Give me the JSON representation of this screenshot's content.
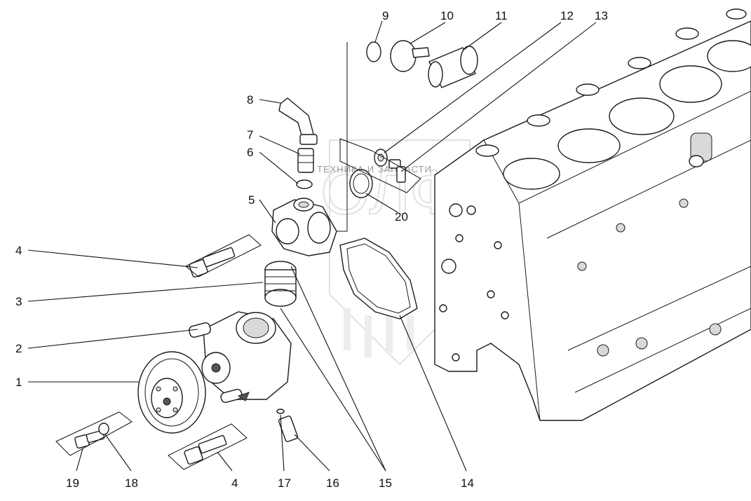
{
  "watermark": {
    "text": "ТЕХНИКА И ЗАПЧАСТИ"
  },
  "callouts": [
    {
      "id": "c1",
      "label": "1"
    },
    {
      "id": "c2",
      "label": "2"
    },
    {
      "id": "c3",
      "label": "3"
    },
    {
      "id": "c4a",
      "label": "4"
    },
    {
      "id": "c5",
      "label": "5"
    },
    {
      "id": "c6",
      "label": "6"
    },
    {
      "id": "c7",
      "label": "7"
    },
    {
      "id": "c8",
      "label": "8"
    },
    {
      "id": "c9",
      "label": "9"
    },
    {
      "id": "c10",
      "label": "10"
    },
    {
      "id": "c11",
      "label": "11"
    },
    {
      "id": "c12",
      "label": "12"
    },
    {
      "id": "c13",
      "label": "13"
    },
    {
      "id": "c20",
      "label": "20"
    },
    {
      "id": "c19",
      "label": "19"
    },
    {
      "id": "c18",
      "label": "18"
    },
    {
      "id": "c4b",
      "label": "4"
    },
    {
      "id": "c17",
      "label": "17"
    },
    {
      "id": "c16",
      "label": "16"
    },
    {
      "id": "c15",
      "label": "15"
    },
    {
      "id": "c14",
      "label": "14"
    }
  ]
}
